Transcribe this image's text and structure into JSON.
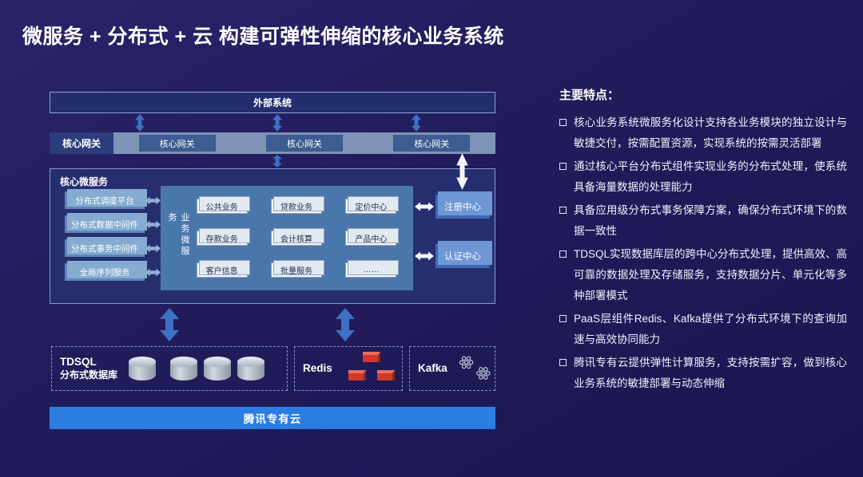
{
  "slide": {
    "title": "微服务 + 分布式 + 云 构建可弹性伸缩的核心业务系统"
  },
  "diagram": {
    "external_system": "外部系统",
    "gateway": {
      "label": "核心网关",
      "nodes": [
        "核心网关",
        "核心网关",
        "核心网关"
      ]
    },
    "core": {
      "label": "核心微服务",
      "middleware": [
        "分布式调度平台",
        "分布式数据中间件",
        "分布式事务中间件",
        "全局序列服务"
      ],
      "business_label": "业务微服务",
      "services": [
        "公共业务",
        "贷款业务",
        "定价中心",
        "存款业务",
        "会计核算",
        "产品中心",
        "客户信息",
        "批量服务",
        "……"
      ],
      "registry": "注册中心",
      "auth": "认证中心"
    },
    "data_layer": {
      "tdsql_name": "TDSQL",
      "tdsql_desc": "分布式数据库",
      "redis_name": "Redis",
      "kafka_name": "Kafka"
    },
    "cloud_bar": "腾讯专有云"
  },
  "features": {
    "heading": "主要特点：",
    "items": [
      "核心业务系统微服务化设计支持各业务模块的独立设计与敏捷交付，按需配置资源，实现系统的按需灵活部署",
      "通过核心平台分布式组件实现业务的分布式处理，使系统具备海量数据的处理能力",
      "具备应用级分布式事务保障方案，确保分布式环境下的数据一致性",
      "TDSQL实现数据库层的跨中心分布式处理，提供高效、高可靠的数据处理及存储服务，支持数据分片、单元化等多种部署模式",
      "PaaS层组件Redis、Kafka提供了分布式环境下的查询加速与高效协同能力",
      "腾讯专有云提供弹性计算服务，支持按需扩容，做到核心业务系统的敏捷部署与动态伸缩"
    ]
  },
  "colors": {
    "background": "#211c5a",
    "accent_blue": "#2b7de0",
    "arrow_blue": "#3f6fc6",
    "redis_red": "#cf3a2a"
  }
}
